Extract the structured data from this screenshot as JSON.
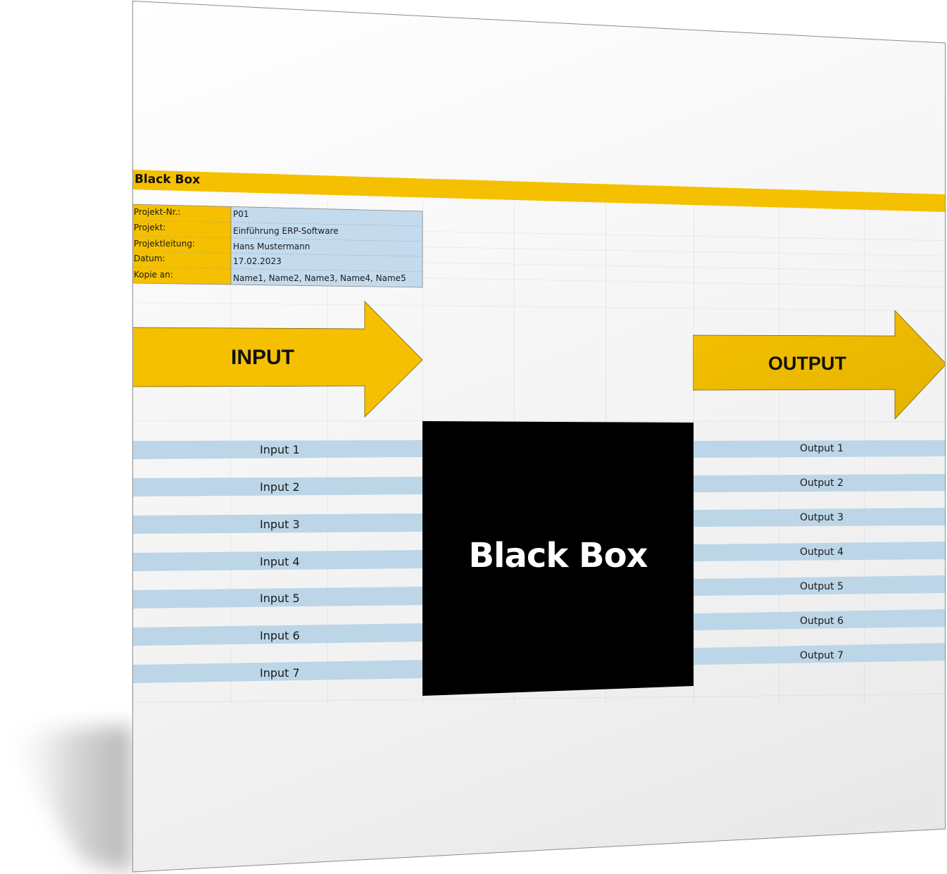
{
  "title": "Black Box",
  "info": [
    {
      "label": "Projekt-Nr.:",
      "value": "P01"
    },
    {
      "label": "Projekt:",
      "value": "Einführung ERP-Software"
    },
    {
      "label": "Projektleitung:",
      "value": "Hans Mustermann"
    },
    {
      "label": "Datum:",
      "value": "17.02.2023"
    },
    {
      "label": "Kopie an:",
      "value": "Name1, Name2, Name3, Name4, Name5"
    }
  ],
  "input_arrow": "INPUT",
  "output_arrow": "OUTPUT",
  "box_label": "Black Box",
  "inputs": [
    "Input 1",
    "Input 2",
    "Input 3",
    "Input 4",
    "Input 5",
    "Input 6",
    "Input 7"
  ],
  "outputs": [
    "Output 1",
    "Output 2",
    "Output 3",
    "Output 4",
    "Output 5",
    "Output 6",
    "Output 7"
  ],
  "colors": {
    "accent_yellow": "#f5c000",
    "info_blue": "#c4dbee",
    "row_blue": "#bcd6e8",
    "black": "#000000"
  }
}
